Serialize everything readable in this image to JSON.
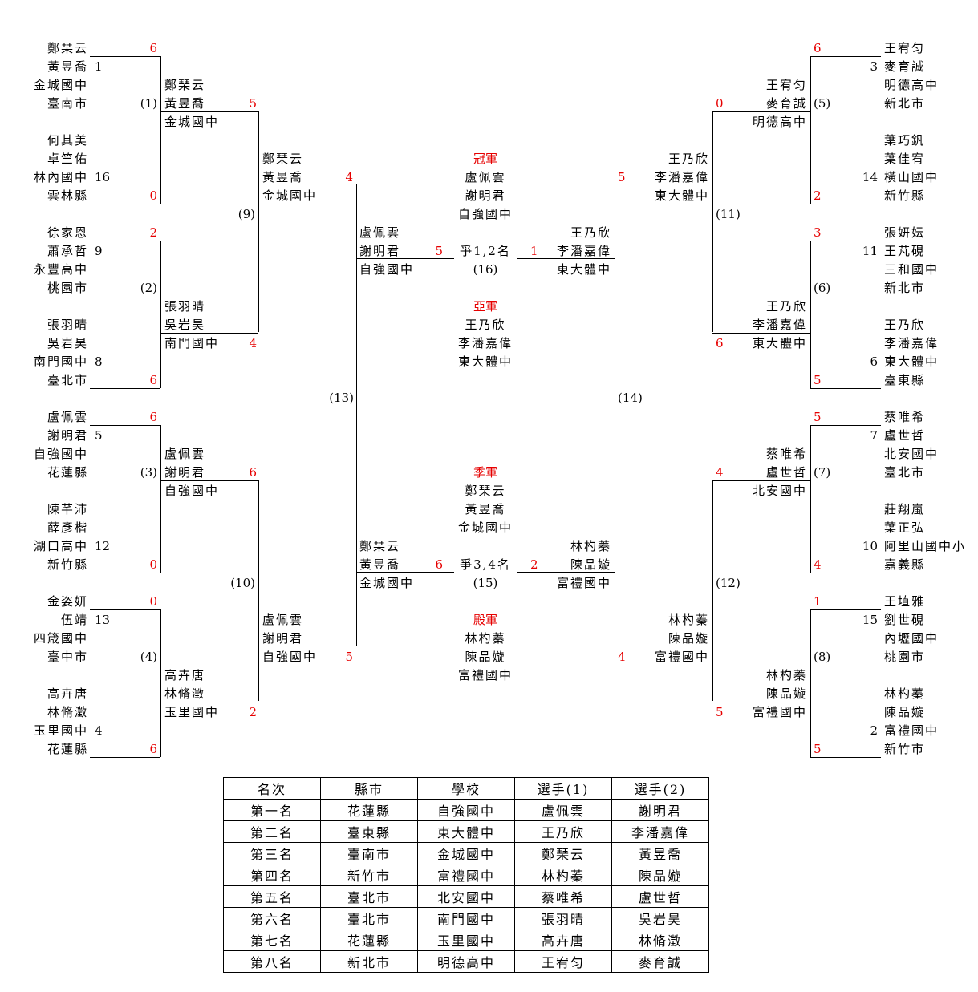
{
  "draw_left": [
    {
      "seed": "1",
      "score": "6",
      "p1": "鄭琹云",
      "p2": "黃昱喬",
      "school": "金城國中",
      "county": "臺南市"
    },
    {
      "seed": "16",
      "score": "0",
      "p1": "何其美",
      "p2": "卓竺佑",
      "school": "林內國中",
      "county": "雲林縣"
    },
    {
      "seed": "9",
      "score": "2",
      "p1": "徐家恩",
      "p2": "蕭承哲",
      "school": "永豐高中",
      "county": "桃園市"
    },
    {
      "seed": "8",
      "score": "6",
      "p1": "張羽晴",
      "p2": "吳岩昊",
      "school": "南門國中",
      "county": "臺北市"
    },
    {
      "seed": "5",
      "score": "6",
      "p1": "盧佩雲",
      "p2": "謝明君",
      "school": "自強國中",
      "county": "花蓮縣"
    },
    {
      "seed": "12",
      "score": "0",
      "p1": "陳芊沛",
      "p2": "薛彥楷",
      "school": "湖口高中",
      "county": "新竹縣"
    },
    {
      "seed": "13",
      "score": "0",
      "p1": "金姿妍",
      "p2": "伍靖",
      "school": "四箴國中",
      "county": "臺中市"
    },
    {
      "seed": "4",
      "score": "6",
      "p1": "高卉唐",
      "p2": "林脩澂",
      "school": "玉里國中",
      "county": "花蓮縣"
    }
  ],
  "draw_right": [
    {
      "seed": "3",
      "score": "6",
      "p1": "王宥匀",
      "p2": "麥育誠",
      "school": "明德高中",
      "county": "新北市"
    },
    {
      "seed": "14",
      "score": "2",
      "p1": "葉巧釩",
      "p2": "葉佳宥",
      "school": "橫山國中",
      "county": "新竹縣"
    },
    {
      "seed": "11",
      "score": "3",
      "p1": "張妍妘",
      "p2": "王芃硯",
      "school": "三和國中",
      "county": "新北市"
    },
    {
      "seed": "6",
      "score": "5",
      "p1": "王乃欣",
      "p2": "李潘嘉偉",
      "school": "東大體中",
      "county": "臺東縣"
    },
    {
      "seed": "7",
      "score": "5",
      "p1": "蔡唯希",
      "p2": "盧世哲",
      "school": "北安國中",
      "county": "臺北市"
    },
    {
      "seed": "10",
      "score": "4",
      "p1": "莊翔嵐",
      "p2": "葉正弘",
      "school": "阿里山國中小",
      "county": "嘉義縣"
    },
    {
      "seed": "15",
      "score": "1",
      "p1": "王埴雅",
      "p2": "劉世硯",
      "school": "內壢國中",
      "county": "桃園市"
    },
    {
      "seed": "2",
      "score": "5",
      "p1": "林杓蓁",
      "p2": "陳品嫙",
      "school": "富禮國中",
      "county": "新竹市"
    }
  ],
  "r1_left": [
    {
      "label": "(1)",
      "score": "5",
      "p1": "鄭琹云",
      "p2": "黃昱喬",
      "school": "金城國中"
    },
    {
      "label": "(2)",
      "score": "4",
      "p1": "張羽晴",
      "p2": "吳岩昊",
      "school": "南門國中"
    },
    {
      "label": "(3)",
      "score": "6",
      "p1": "盧佩雲",
      "p2": "謝明君",
      "school": "自強國中"
    },
    {
      "label": "(4)",
      "score": "2",
      "p1": "高卉唐",
      "p2": "林脩澂",
      "school": "玉里國中"
    }
  ],
  "r1_right": [
    {
      "label": "(5)",
      "score": "0",
      "p1": "王宥匀",
      "p2": "麥育誠",
      "school": "明德高中"
    },
    {
      "label": "(6)",
      "score": "6",
      "p1": "王乃欣",
      "p2": "李潘嘉偉",
      "school": "東大體中"
    },
    {
      "label": "(7)",
      "score": "4",
      "p1": "蔡唯希",
      "p2": "盧世哲",
      "school": "北安國中"
    },
    {
      "label": "(8)",
      "score": "5",
      "p1": "林杓蓁",
      "p2": "陳品嫙",
      "school": "富禮國中"
    }
  ],
  "r2_left": [
    {
      "label": "(9)",
      "score": "4",
      "p1": "鄭琹云",
      "p2": "黃昱喬",
      "school": "金城國中"
    },
    {
      "label": "(10)",
      "score": "5",
      "p1": "盧佩雲",
      "p2": "謝明君",
      "school": "自強國中"
    }
  ],
  "r2_right": [
    {
      "label": "(11)",
      "score": "5",
      "p1": "王乃欣",
      "p2": "李潘嘉偉",
      "school": "東大體中"
    },
    {
      "label": "(12)",
      "score": "4",
      "p1": "林杓蓁",
      "p2": "陳品嫙",
      "school": "富禮國中"
    }
  ],
  "semis": {
    "left_label": "(13)",
    "right_label": "(14)",
    "final_left": {
      "score": "5",
      "p1": "盧佩雲",
      "p2": "謝明君",
      "school": "自強國中"
    },
    "final_right": {
      "score": "1",
      "p1": "王乃欣",
      "p2": "李潘嘉偉",
      "school": "東大體中"
    },
    "third_left": {
      "score": "6",
      "p1": "鄭琹云",
      "p2": "黃昱喬",
      "school": "金城國中"
    },
    "third_right": {
      "score": "2",
      "p1": "林杓蓁",
      "p2": "陳品嫙",
      "school": "富禮國中"
    }
  },
  "center": {
    "final_title": "爭1,2名",
    "final_num": "(16)",
    "third_title": "爭3,4名",
    "third_num": "(15)",
    "champion": {
      "title": "冠軍",
      "p1": "盧佩雲",
      "p2": "謝明君",
      "school": "自強國中"
    },
    "runner_up": {
      "title": "亞軍",
      "p1": "王乃欣",
      "p2": "李潘嘉偉",
      "school": "東大體中"
    },
    "third": {
      "title": "季軍",
      "p1": "鄭琹云",
      "p2": "黃昱喬",
      "school": "金城國中"
    },
    "fourth": {
      "title": "殿軍",
      "p1": "林杓蓁",
      "p2": "陳品嫙",
      "school": "富禮國中"
    }
  },
  "results": {
    "headers": [
      "名次",
      "縣市",
      "學校",
      "選手(1)",
      "選手(2)"
    ],
    "rows": [
      [
        "第一名",
        "花蓮縣",
        "自強國中",
        "盧佩雲",
        "謝明君"
      ],
      [
        "第二名",
        "臺東縣",
        "東大體中",
        "王乃欣",
        "李潘嘉偉"
      ],
      [
        "第三名",
        "臺南市",
        "金城國中",
        "鄭琹云",
        "黃昱喬"
      ],
      [
        "第四名",
        "新竹市",
        "富禮國中",
        "林杓蓁",
        "陳品嫙"
      ],
      [
        "第五名",
        "臺北市",
        "北安國中",
        "蔡唯希",
        "盧世哲"
      ],
      [
        "第六名",
        "臺北市",
        "南門國中",
        "張羽晴",
        "吳岩昊"
      ],
      [
        "第七名",
        "花蓮縣",
        "玉里國中",
        "高卉唐",
        "林脩澂"
      ],
      [
        "第八名",
        "新北市",
        "明德高中",
        "王宥匀",
        "麥育誠"
      ]
    ]
  },
  "colors": {
    "score": "#e60000",
    "title": "#e60000",
    "line": "#000000"
  }
}
